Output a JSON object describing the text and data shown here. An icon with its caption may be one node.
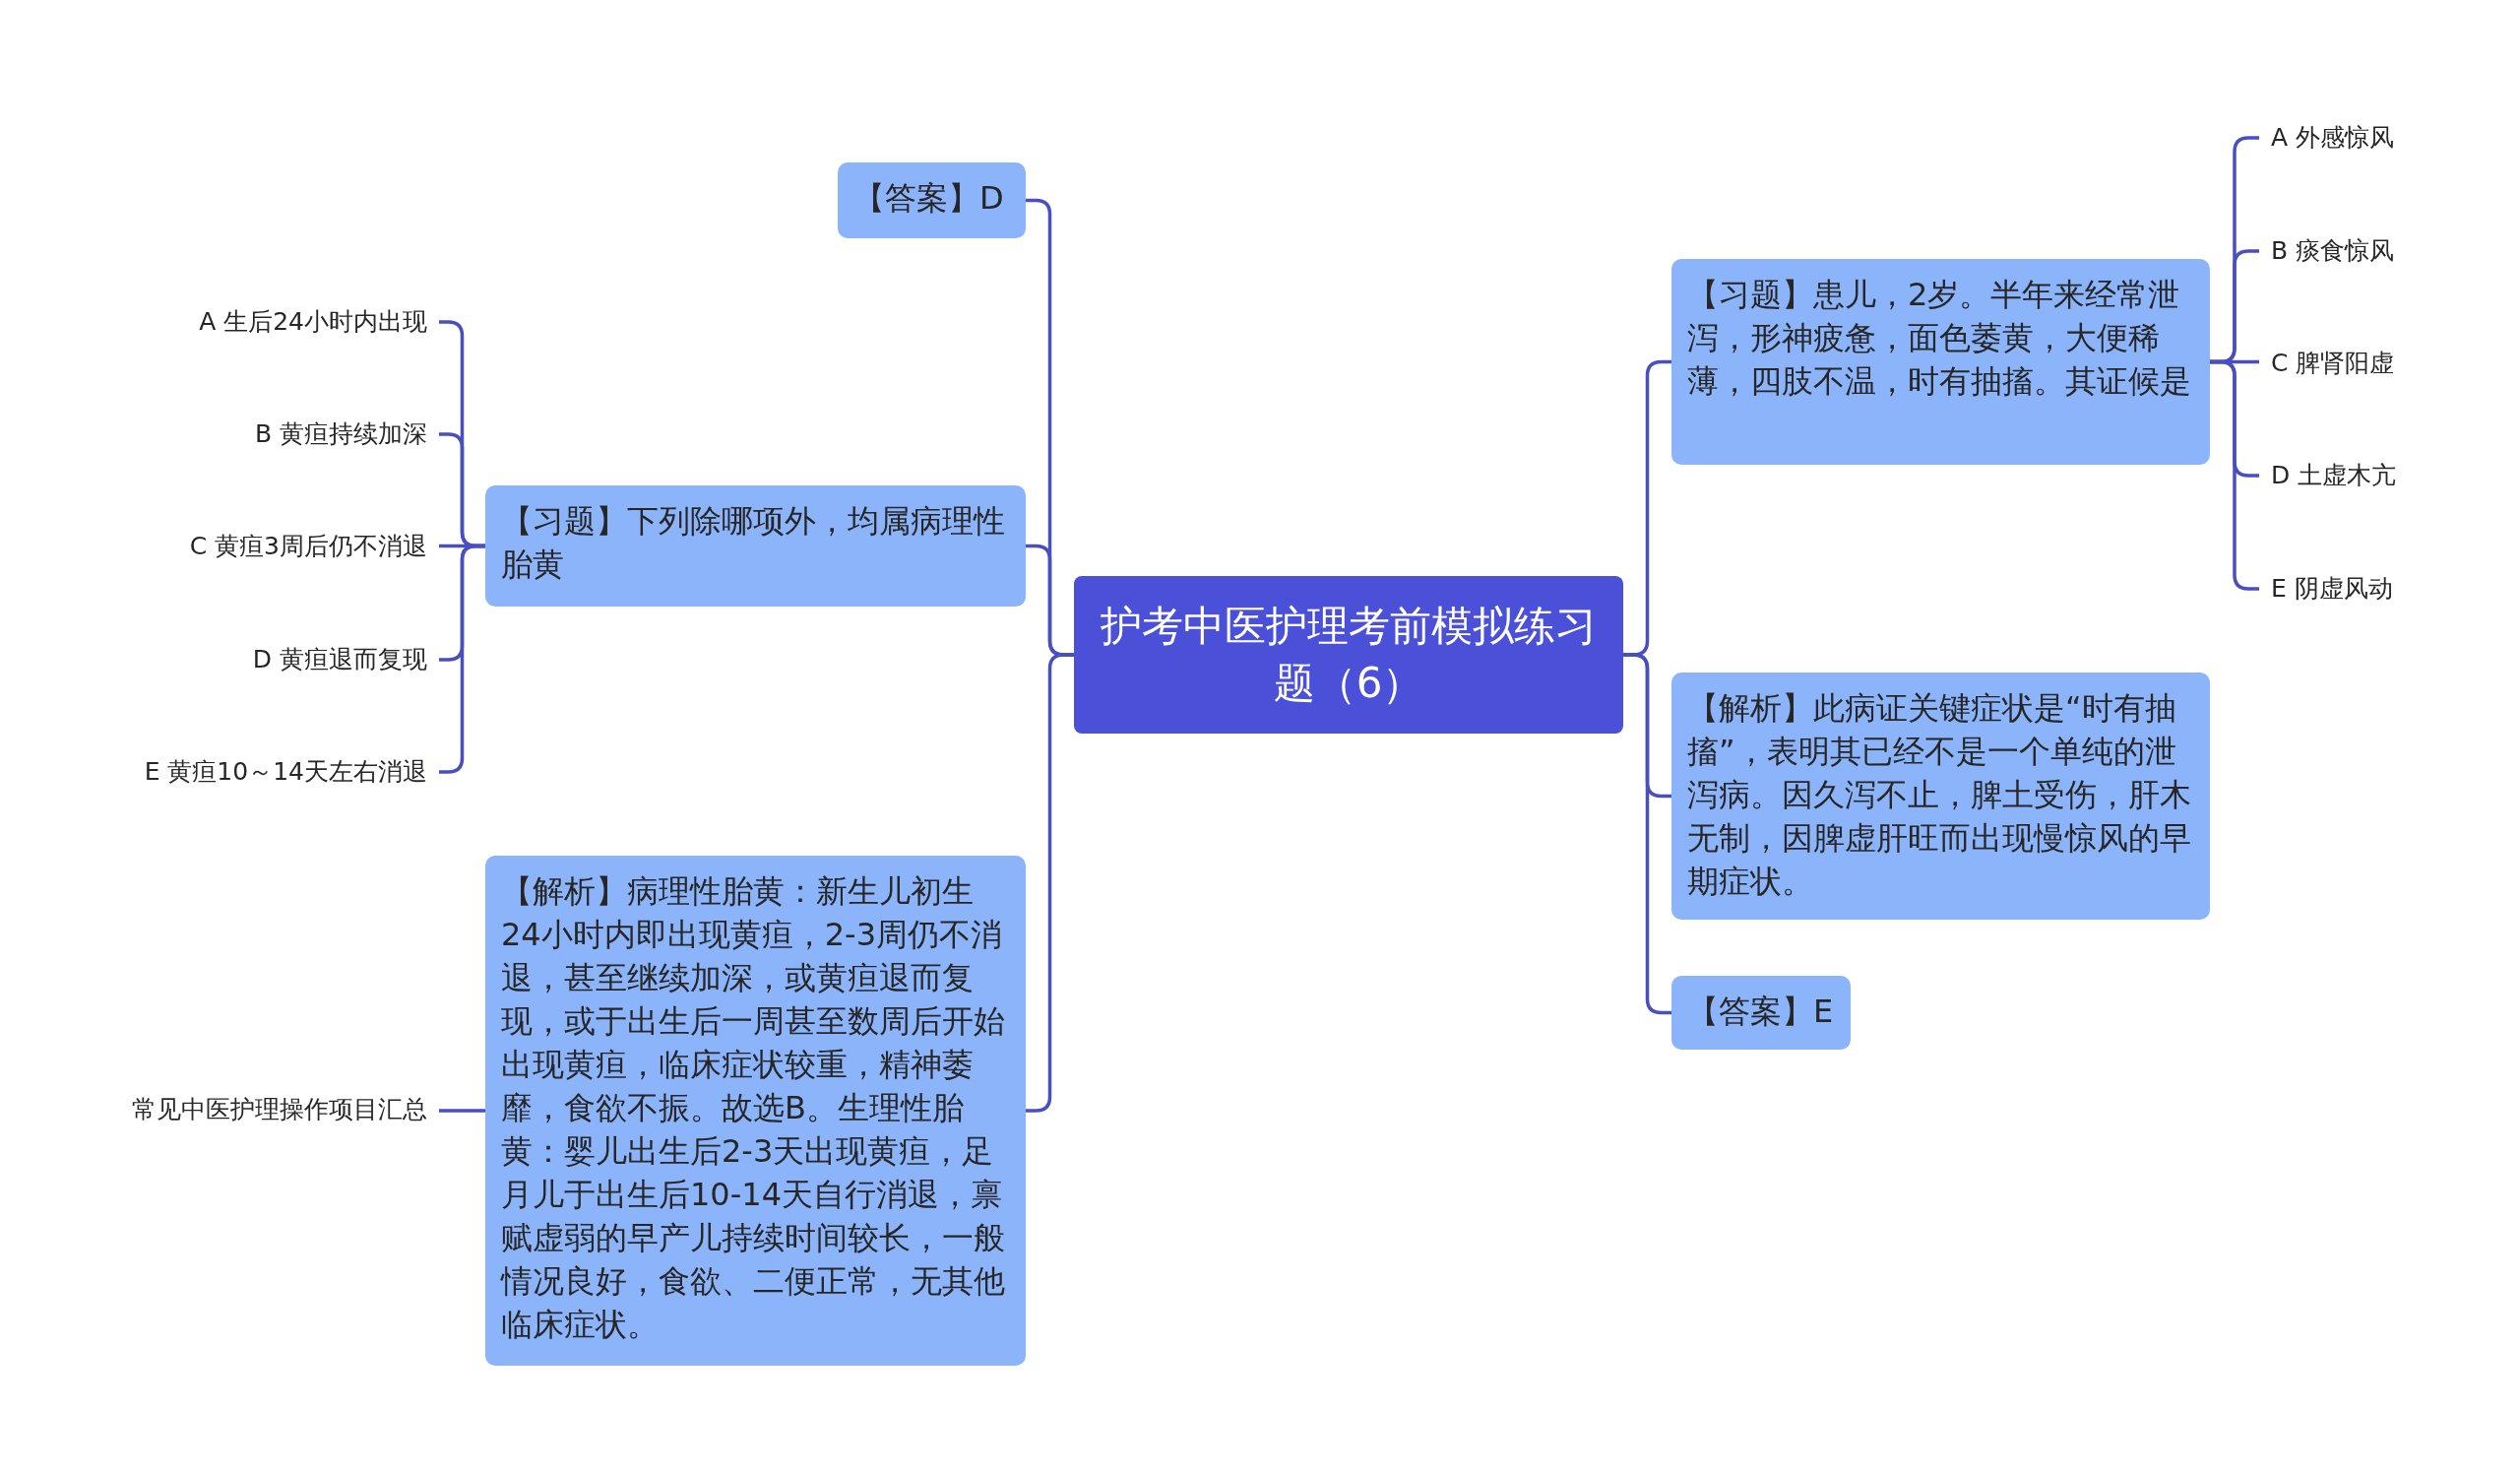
{
  "diagram": {
    "nodes": [
      {
        "text": [
          "护考中医护理考前模拟练习题（6）"
        ]
      },
      {
        "text": [
          "【答案】D"
        ]
      },
      {
        "text": [
          "【习题】下列除哪项外，均属病理性胎黄"
        ]
      },
      {
        "text": [
          "A 生后24小时内出现"
        ]
      },
      {
        "text": [
          "B 黄疸持续加深"
        ]
      },
      {
        "text": [
          "C 黄疸3周后仍不消退"
        ]
      },
      {
        "text": [
          "D 黄疸退而复现"
        ]
      },
      {
        "text": [
          "E 黄疸10～14天左右消退"
        ]
      },
      {
        "text": [
          "【解析】病理性胎黄：新生儿初生24小时内即出现黄疸，2-3周仍不消退，甚至继续加深，或黄疸退而复现，或于出生后一周甚至数周后开始出现黄疸，临床症状较重，精神萎靡，食欲不振。故选B。生理性胎黄：婴儿出生后2-3天出现黄疸，足月儿于出生后10-14天自行消退，禀赋虚弱的早产儿持续时间较长，一般情况良好，食欲、二便正常，无其他临床症状。"
        ]
      },
      {
        "text": [
          "常见中医护理操作项目汇总"
        ]
      },
      {
        "text": [
          "【习题】患儿，2岁。半年来经常泄泻，形神疲惫，面色萎黄，大便稀薄，四肢不温，时有抽搐。其证候是"
        ]
      },
      {
        "text": [
          "A 外感惊风"
        ]
      },
      {
        "text": [
          "B 痰食惊风"
        ]
      },
      {
        "text": [
          "C 脾肾阳虚"
        ]
      },
      {
        "text": [
          "D 土虚木亢"
        ]
      },
      {
        "text": [
          "E 阴虚风动"
        ]
      },
      {
        "text": [
          "【解析】此病证关键症状是“时有抽搐”，表明其已经不是一个单纯的泄泻病。因久泻不止，脾土受伤，肝木无制，因脾虚肝旺而出现慢惊风的早期症状。"
        ]
      },
      {
        "text": [
          "【答案】E"
        ]
      }
    ],
    "edges": [
      {
        "from": 0,
        "to": 1,
        "arrow": "none"
      },
      {
        "from": 0,
        "to": 2,
        "arrow": "none"
      },
      {
        "from": 2,
        "to": 3,
        "arrow": "none"
      },
      {
        "from": 2,
        "to": 4,
        "arrow": "none"
      },
      {
        "from": 2,
        "to": 5,
        "arrow": "none"
      },
      {
        "from": 2,
        "to": 6,
        "arrow": "none"
      },
      {
        "from": 2,
        "to": 7,
        "arrow": "none"
      },
      {
        "from": 0,
        "to": 8,
        "arrow": "none"
      },
      {
        "from": 8,
        "to": 9,
        "arrow": "none"
      },
      {
        "from": 0,
        "to": 10,
        "arrow": "none"
      },
      {
        "from": 10,
        "to": 11,
        "arrow": "none"
      },
      {
        "from": 10,
        "to": 12,
        "arrow": "none"
      },
      {
        "from": 10,
        "to": 13,
        "arrow": "none"
      },
      {
        "from": 10,
        "to": 14,
        "arrow": "none"
      },
      {
        "from": 10,
        "to": 15,
        "arrow": "none"
      },
      {
        "from": 0,
        "to": 16,
        "arrow": "none"
      },
      {
        "from": 0,
        "to": 17,
        "arrow": "none"
      }
    ]
  }
}
